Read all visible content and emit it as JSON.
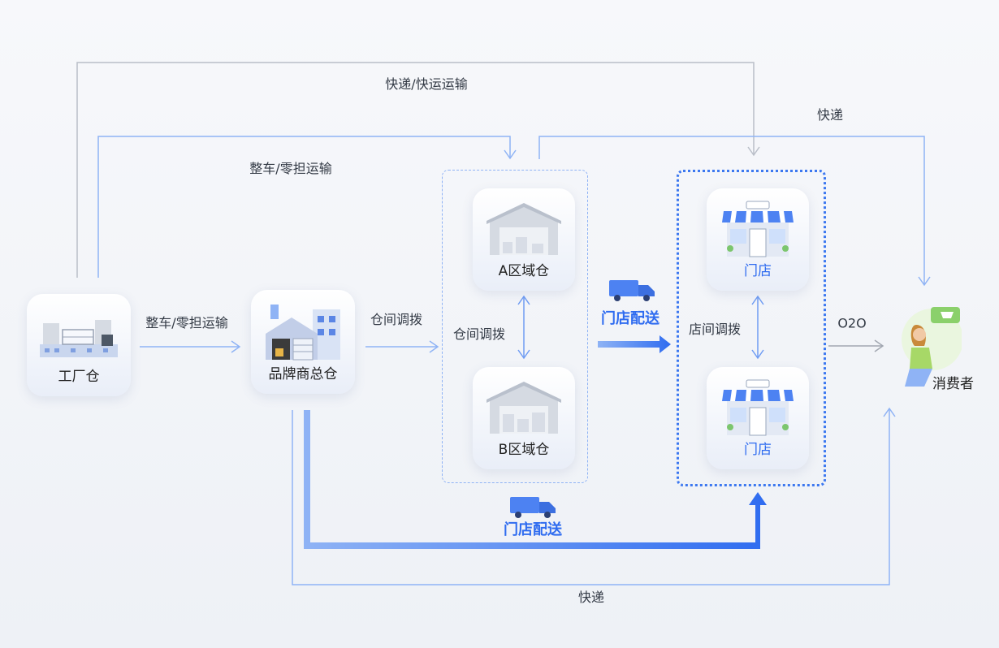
{
  "nodes": {
    "factory": "工厂仓",
    "brand_hq": "品牌商总仓",
    "region_a": "A区域仓",
    "region_b": "B区域仓",
    "store_top": "门店",
    "store_bottom": "门店",
    "consumer": "消费者"
  },
  "edges": {
    "express_freight_top": "快递/快运运输",
    "ftl_ltl_upper": "整车/零担运输",
    "ftl_ltl_mid": "整车/零担运输",
    "warehouse_transfer_out": "仓间调拨",
    "warehouse_transfer_between": "仓间调拨",
    "store_delivery_mid": "门店配送",
    "store_transfer": "店间调拨",
    "o2o": "O2O",
    "express_right": "快递",
    "store_delivery_bottom": "门店配送",
    "express_bottom": "快递"
  },
  "icons": {
    "factory": "factory-icon",
    "brand_hq": "warehouse-building-icon",
    "region": "warehouse-icon",
    "store": "store-icon",
    "truck": "truck-icon",
    "consumer": "consumer-avatar-icon"
  },
  "colors": {
    "line_gray": "#b9bec8",
    "line_blue_light": "#8fb3f5",
    "line_blue": "#3c78f0",
    "store_text": "#2f6cf0",
    "truck": "#4d82f2"
  }
}
